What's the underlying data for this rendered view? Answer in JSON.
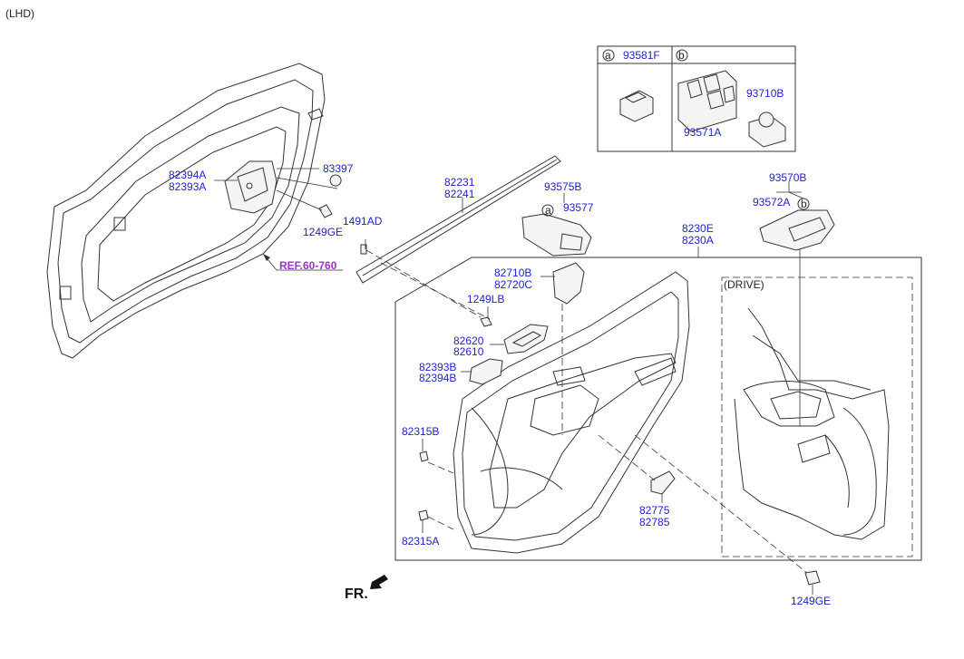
{
  "diagram": {
    "variant": "(LHD)",
    "drive_label": "(DRIVE)",
    "fr_label": "FR.",
    "ref_label": "REF.60-760",
    "callout_a": "a",
    "callout_b": "b",
    "table": {
      "a_part": "93581F",
      "b_parts": [
        "93710B",
        "93571A"
      ]
    },
    "labels": {
      "p82394A": "82394A",
      "p82393A": "82393A",
      "p83397": "83397",
      "p1249GE_top": "1249GE",
      "p1491AD": "1491AD",
      "p82231": "82231",
      "p82241": "82241",
      "p93575B": "93575B",
      "p93577": "93577",
      "p93570B": "93570B",
      "p93572A": "93572A",
      "p8230E": "8230E",
      "p8230A": "8230A",
      "p82710B": "82710B",
      "p82720C": "82720C",
      "p1249LB": "1249LB",
      "p82620": "82620",
      "p82610": "82610",
      "p82393B": "82393B",
      "p82394B": "82394B",
      "p82315B": "82315B",
      "p82315A": "82315A",
      "p82775": "82775",
      "p82785": "82785",
      "p1249GE_bottom": "1249GE"
    }
  },
  "colors": {
    "part_number": "#2222cc",
    "reference": "#9933cc",
    "line": "#333333"
  }
}
